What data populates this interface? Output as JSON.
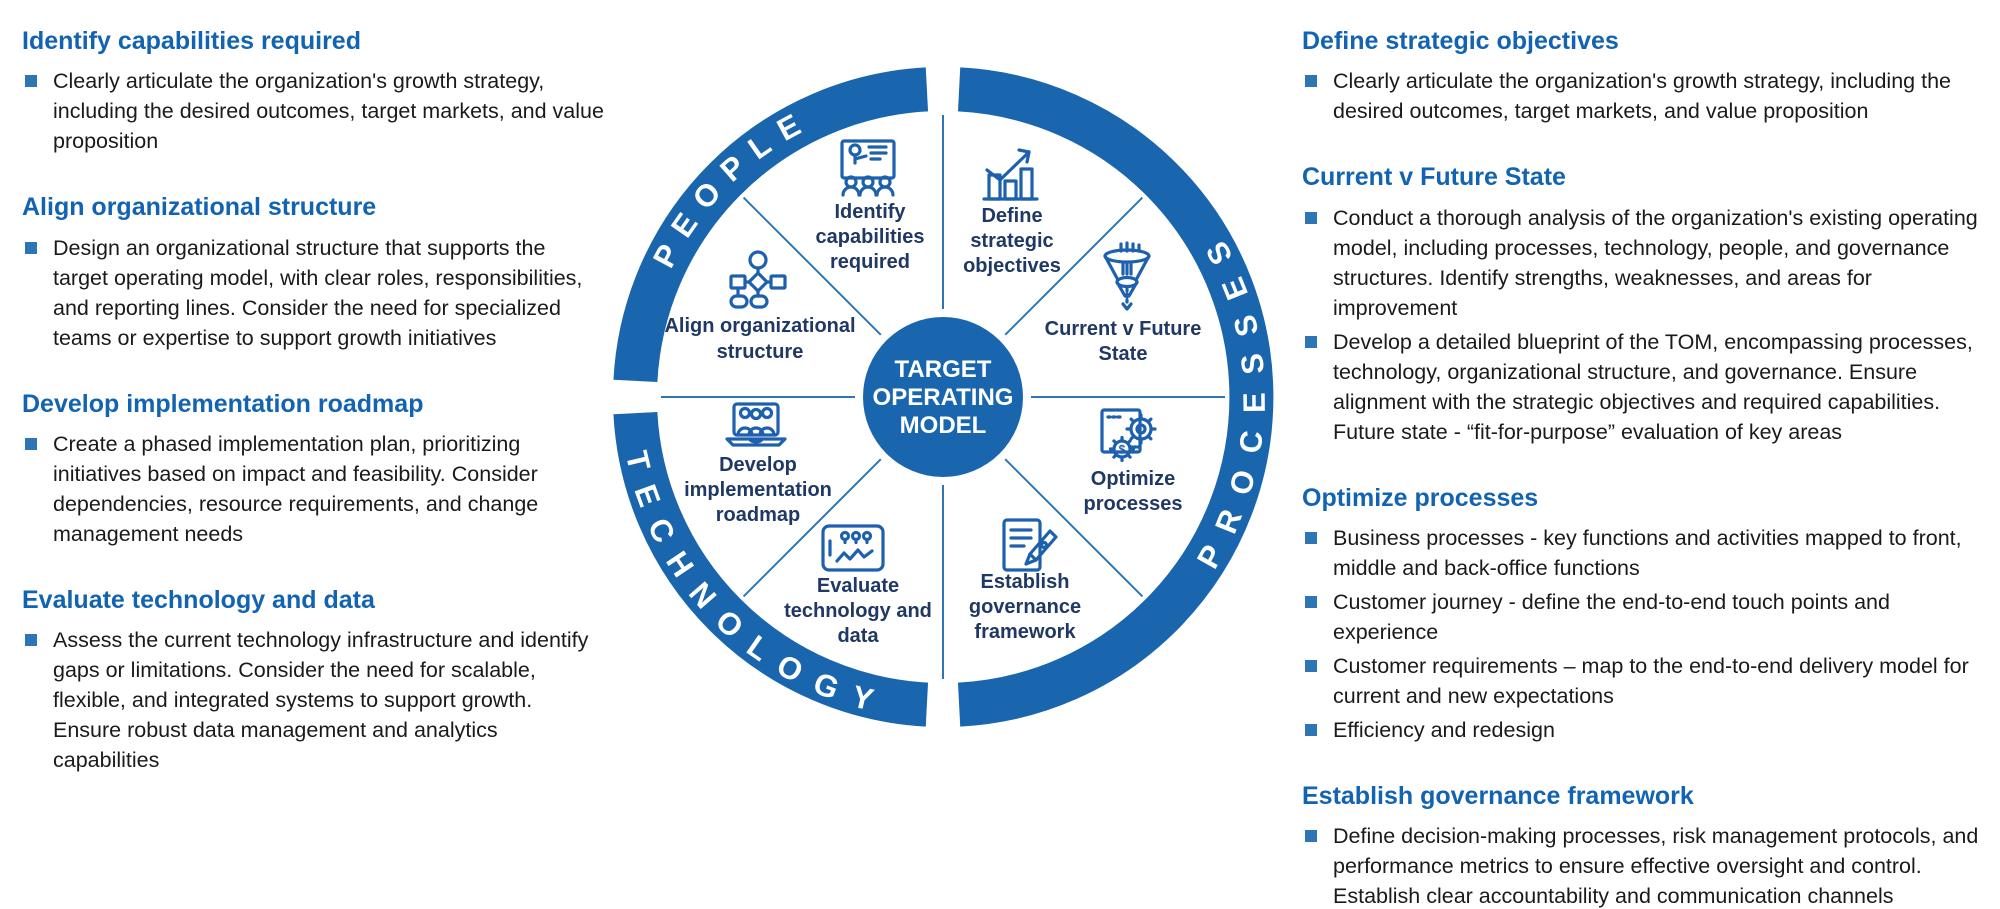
{
  "colors": {
    "ring_blue": "#1A66AE",
    "heading_blue": "#1263B2",
    "navy": "#1F3864",
    "icon_blue": "#1D61AE",
    "spoke_blue": "#2E75B6",
    "bullet_blue": "#2E75B6",
    "body_text": "#1A1A1A",
    "background": "#FFFFFF"
  },
  "left_column": {
    "sections": [
      {
        "heading": "Identify capabilities required",
        "bullets": [
          "Clearly articulate the organization's growth strategy, including the desired outcomes, target markets, and value proposition"
        ]
      },
      {
        "heading": "Align organizational structure",
        "bullets": [
          "Design an organizational structure that supports the target operating model, with clear roles, responsibilities, and reporting lines. Consider the need for specialized teams or expertise to support growth initiatives"
        ]
      },
      {
        "heading": "Develop implementation roadmap",
        "bullets": [
          "Create a phased implementation plan, prioritizing initiatives based on impact and feasibility. Consider dependencies, resource requirements, and change management needs"
        ]
      },
      {
        "heading": "Evaluate technology and data",
        "bullets": [
          "Assess the current technology infrastructure and identify gaps or limitations. Consider the need for scalable, flexible, and integrated systems to support growth. Ensure robust data management and analytics capabilities"
        ]
      }
    ]
  },
  "right_column": {
    "sections": [
      {
        "heading": "Define strategic objectives",
        "bullets": [
          "Clearly articulate the organization's growth strategy, including the desired outcomes, target markets, and value proposition"
        ]
      },
      {
        "heading": "Current v Future State",
        "bullets": [
          "Conduct a thorough analysis of the organization's existing operating model, including processes, technology, people, and governance structures. Identify strengths, weaknesses, and areas for improvement",
          "Develop a detailed blueprint of the TOM, encompassing processes, technology, organizational structure, and governance. Ensure alignment with the strategic objectives and required capabilities. Future state - “fit-for-purpose” evaluation of key areas"
        ]
      },
      {
        "heading": "Optimize processes",
        "bullets": [
          "Business processes - key functions and activities mapped to front, middle and back-office functions",
          "Customer journey - define the end-to-end touch points and experience",
          "Customer requirements – map to the end-to-end delivery model for current and new expectations",
          "Efficiency and redesign"
        ]
      },
      {
        "heading": "Establish governance framework",
        "bullets": [
          "Define decision-making processes, risk management protocols, and performance metrics to ensure effective oversight and control. Establish clear accountability and communication channels"
        ]
      }
    ]
  },
  "diagram": {
    "center_label_lines": [
      "TARGET",
      "OPERATING",
      "MODEL"
    ],
    "ring_labels": {
      "people": "PEOPLE",
      "processes": "PROCESSES",
      "technology": "TECHNOLOGY"
    },
    "segments": [
      {
        "id": "identify-capabilities-required",
        "icon": "presentation-training-icon",
        "label_lines": [
          "Identify",
          "capabilities",
          "required"
        ]
      },
      {
        "id": "define-strategic-objectives",
        "icon": "growth-bar-chart-icon",
        "label_lines": [
          "Define",
          "strategic",
          "objectives"
        ]
      },
      {
        "id": "current-v-future-state",
        "icon": "funnel-icon",
        "label_lines": [
          "Current v Future",
          "State"
        ]
      },
      {
        "id": "optimize-processes",
        "icon": "gears-document-icon",
        "icon_glyph": "$",
        "label_lines": [
          "Optimize",
          "processes"
        ]
      },
      {
        "id": "establish-governance-framework",
        "icon": "document-pen-icon",
        "label_lines": [
          "Establish",
          "governance",
          "framework"
        ]
      },
      {
        "id": "evaluate-technology-and-data",
        "icon": "tablet-analytics-icon",
        "label_lines": [
          "Evaluate",
          "technology and",
          "data"
        ]
      },
      {
        "id": "develop-implementation-roadmap",
        "icon": "laptop-team-icon",
        "label_lines": [
          "Develop",
          "implementation",
          "roadmap"
        ]
      },
      {
        "id": "align-organizational-structure",
        "icon": "org-chart-icon",
        "label_lines": [
          "Align organizational",
          "structure"
        ]
      }
    ]
  }
}
